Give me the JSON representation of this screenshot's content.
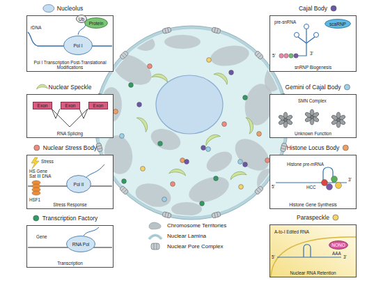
{
  "diagram": {
    "nodes": [
      {
        "text": [
          "Nucleolus",
          "Pol I Transcription Post-Translational Modifications"
        ]
      },
      {
        "text": [
          "Pol I"
        ],
        "in": 0
      },
      {
        "text": [
          "Protein"
        ],
        "in": 0
      },
      {
        "text": [
          "Ub"
        ],
        "in": 0
      },
      {
        "text": [
          "Nuclear Speckle",
          "RNA Splicing"
        ]
      },
      {
        "text": [
          "Exon"
        ],
        "in": 4
      },
      {
        "text": [
          "Exon"
        ],
        "in": 4
      },
      {
        "text": [
          "Exon"
        ],
        "in": 4
      },
      {
        "text": [
          "Nuclear Stress Body",
          "Stress Response"
        ]
      },
      {
        "text": [
          "Pol II"
        ],
        "in": 8
      },
      {
        "text": [
          "Transcription Factory",
          "Transcription"
        ]
      },
      {
        "text": [
          "RNA Pol"
        ],
        "in": 10
      },
      {
        "text": [
          "Cajal Body",
          "snRNP Biogenesis"
        ]
      },
      {
        "text": [
          "scaRNP"
        ],
        "in": 12
      },
      {
        "text": [
          "Gemini of Cajal Body",
          "Unknown Function"
        ]
      },
      {
        "text": [
          "Histone Locus Body",
          "Histone Gene Synthesis"
        ]
      },
      {
        "text": [
          "Paraspeckle",
          "Nuclear RNA Retention"
        ]
      },
      {
        "text": [
          "NONO"
        ],
        "in": 16
      }
    ],
    "labels": [
      "rDNA",
      "Stress",
      "HS Gene",
      "Sat III DNA",
      "HSF1",
      "Gene",
      "pre-snRNA",
      "5'",
      "3'",
      "SMN Complex",
      "Histone pre-mRNA",
      "5'",
      "HCC",
      "3'",
      "A-to-I Edited RNA",
      "AAA",
      "5'",
      "3'"
    ],
    "legend": [
      {
        "text": "Chromosome Territories"
      },
      {
        "text": "Nuclear Lamina"
      },
      {
        "text": "Nuclear Pore Complex"
      }
    ]
  }
}
